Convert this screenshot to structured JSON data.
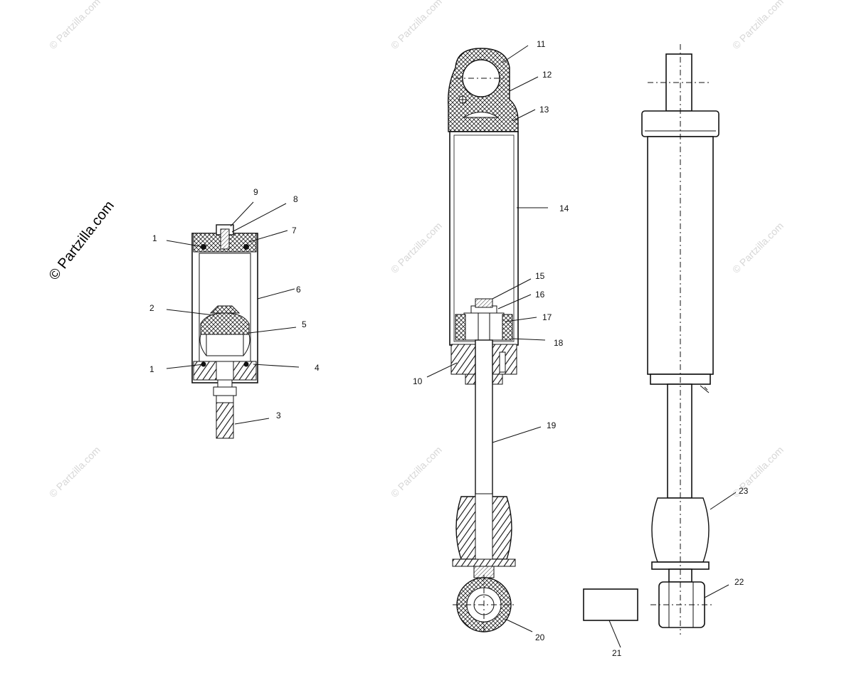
{
  "watermark": {
    "brand": "© Partzilla.com",
    "faint": "© Partzilla.com"
  },
  "callouts": {
    "c1a": "1",
    "c1b": "1",
    "c2": "2",
    "c3": "3",
    "c4": "4",
    "c5": "5",
    "c6": "6",
    "c7": "7",
    "c8": "8",
    "c9": "9",
    "c10": "10",
    "c11": "11",
    "c12": "12",
    "c13": "13",
    "c14": "14",
    "c15": "15",
    "c16": "16",
    "c17": "17",
    "c18": "18",
    "c19": "19",
    "c20": "20",
    "c21": "21",
    "c22": "22",
    "c23": "23"
  }
}
